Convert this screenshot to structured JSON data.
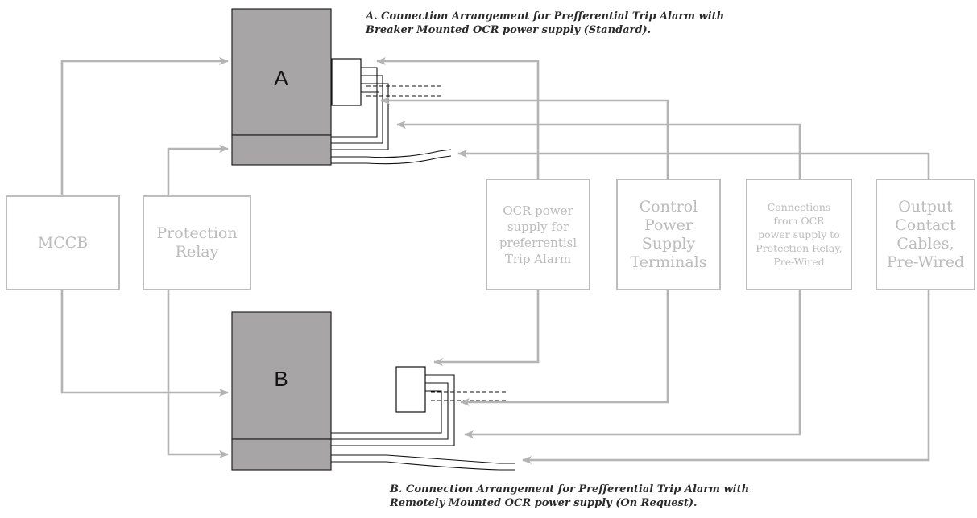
{
  "captions": {
    "a_line1": "A. Connection Arrangement for Prefferential Trip Alarm with",
    "a_line2": "Breaker Mounted OCR power supply (Standard).",
    "b_line1": "B. Connection Arrangement for Prefferential Trip Alarm with",
    "b_line2": "Remotely Mounted OCR power supply (On Request)."
  },
  "breakers": {
    "a_label": "A",
    "b_label": "B"
  },
  "sources": {
    "mccb": "MCCB",
    "protection_relay": "Protection\nRelay"
  },
  "components": {
    "ocr_power_supply": "OCR power\nsupply for\npreferrentisl\nTrip Alarm",
    "control_power": "Control\nPower\nSupply\nTerminals",
    "connections_ocr": "Connections\nfrom OCR\npower supply to\nProtection Relay,\nPre-Wired",
    "output_contact": "Output\nContact\nCables,\nPre-Wired"
  },
  "colors": {
    "line_gray": "#b4b4b4",
    "breaker_fill": "#a7a5a5",
    "text_gray": "#bcbcbc",
    "wire_black": "#111111"
  }
}
